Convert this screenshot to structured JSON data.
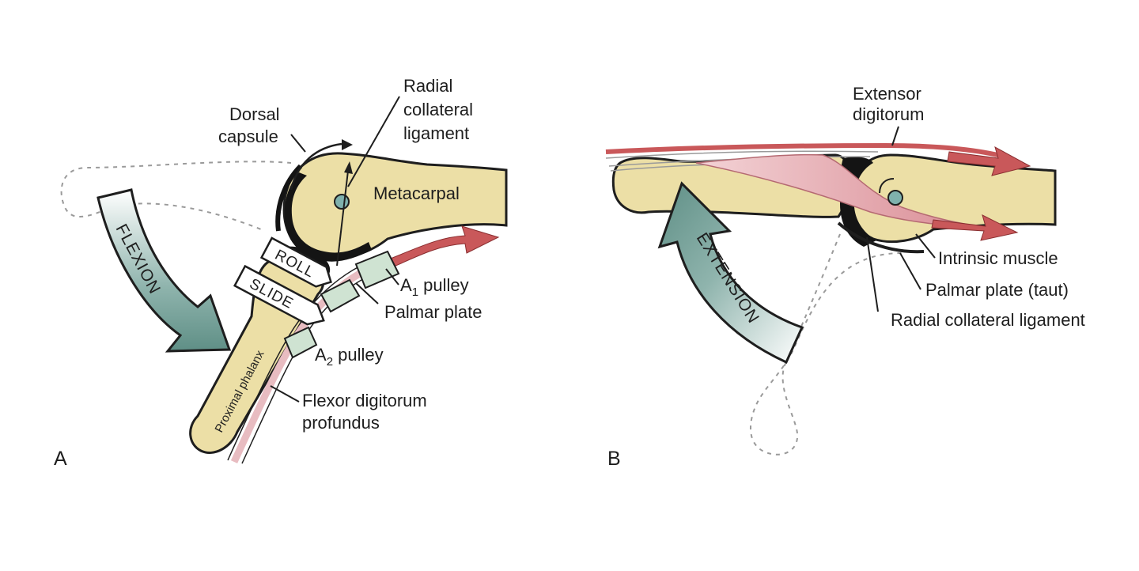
{
  "panel_a": {
    "letter": "A",
    "labels": {
      "radial_collateral_ligament": [
        "Radial",
        "collateral",
        "ligament"
      ],
      "dorsal_capsule": [
        "Dorsal",
        "capsule"
      ],
      "metacarpal": "Metacarpal",
      "a1_pulley_prefix": "A",
      "a1_pulley_sub": "1",
      "a1_pulley_suffix": " pulley",
      "palmar_plate": "Palmar plate",
      "a2_pulley_prefix": "A",
      "a2_pulley_sub": "2",
      "a2_pulley_suffix": " pulley",
      "flexor_digitorum_profundus": [
        "Flexor digitorum",
        "profundus"
      ],
      "proximal_phalanx": "Proximal phalanx",
      "roll": "ROLL",
      "slide": "SLIDE",
      "flexion": "FLEXION"
    }
  },
  "panel_b": {
    "letter": "B",
    "labels": {
      "extensor_digitorum": [
        "Extensor",
        "digitorum"
      ],
      "intrinsic_muscle": "Intrinsic muscle",
      "palmar_plate_taut": "Palmar plate (taut)",
      "radial_collateral_ligament": "Radial collateral ligament",
      "extension": "EXTENSION"
    }
  },
  "colors": {
    "bone": "#ecdfa6",
    "movement_arrow": "#6f9c94",
    "tendon_arrow": "#c9585a",
    "muscle": "#e6a7ae",
    "cartilage": "#141414",
    "pulley": "#cfe3d2"
  }
}
